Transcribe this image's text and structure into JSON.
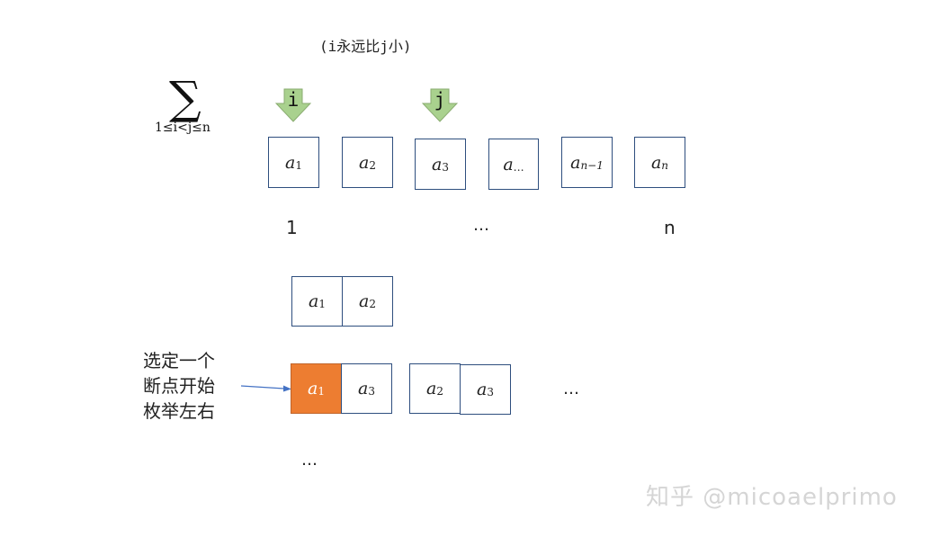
{
  "header_note": "(i永远比j小)",
  "sum": {
    "symbol": "∑",
    "range": "1≤i<j≤n"
  },
  "pointers": {
    "i": "i",
    "j": "j"
  },
  "array_row": [
    {
      "base": "a",
      "sub": "1"
    },
    {
      "base": "a",
      "sub": "2"
    },
    {
      "base": "a",
      "sub": "3"
    },
    {
      "base": "a",
      "sub": "…"
    },
    {
      "base": "a",
      "sub": "n−1"
    },
    {
      "base": "a",
      "sub": "n"
    }
  ],
  "index_labels": {
    "first": "1",
    "middle": "…",
    "last": "n"
  },
  "pair_row": [
    {
      "base": "a",
      "sub": "1"
    },
    {
      "base": "a",
      "sub": "2"
    }
  ],
  "breakpoint_row": {
    "left_pair": [
      {
        "base": "a",
        "sub": "1",
        "highlight": true
      },
      {
        "base": "a",
        "sub": "3",
        "highlight": false
      }
    ],
    "right_pair": [
      {
        "base": "a",
        "sub": "2"
      },
      {
        "base": "a",
        "sub": "3"
      }
    ],
    "ellipsis": "…"
  },
  "bottom_ellipsis": "…",
  "annotation": {
    "line1": "选定一个",
    "line2": "断点开始",
    "line3": "枚举左右"
  },
  "watermark": "知乎 @micoaelprimo",
  "colors": {
    "highlight": "#ed7d31",
    "pointer_arrow": "#a9d18e",
    "box_border": "#2e4e7e"
  }
}
